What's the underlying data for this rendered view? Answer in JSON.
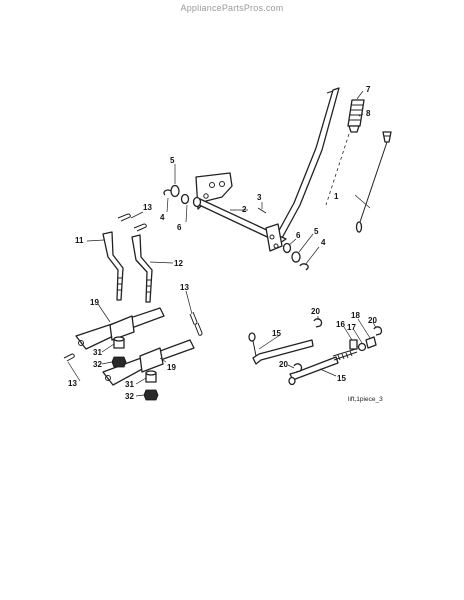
{
  "watermark": "AppliancePartsPros.com",
  "figure_ref": "lift,1piece_3",
  "labels": {
    "p1": "1",
    "p2": "2",
    "p3": "3",
    "p4a": "4",
    "p4b": "4",
    "p5a": "5",
    "p5b": "5",
    "p6a": "6",
    "p6b": "6",
    "p7": "7",
    "p8": "8",
    "p11": "11",
    "p12": "12",
    "p13a": "13",
    "p13b": "13",
    "p13c": "13",
    "p15a": "15",
    "p15b": "15",
    "p16": "16",
    "p17": "17",
    "p18": "18",
    "p19a": "19",
    "p19b": "19",
    "p20a": "20",
    "p20b": "20",
    "p20c": "20",
    "p31a": "31",
    "p31b": "31",
    "p32a": "32",
    "p32b": "32"
  }
}
